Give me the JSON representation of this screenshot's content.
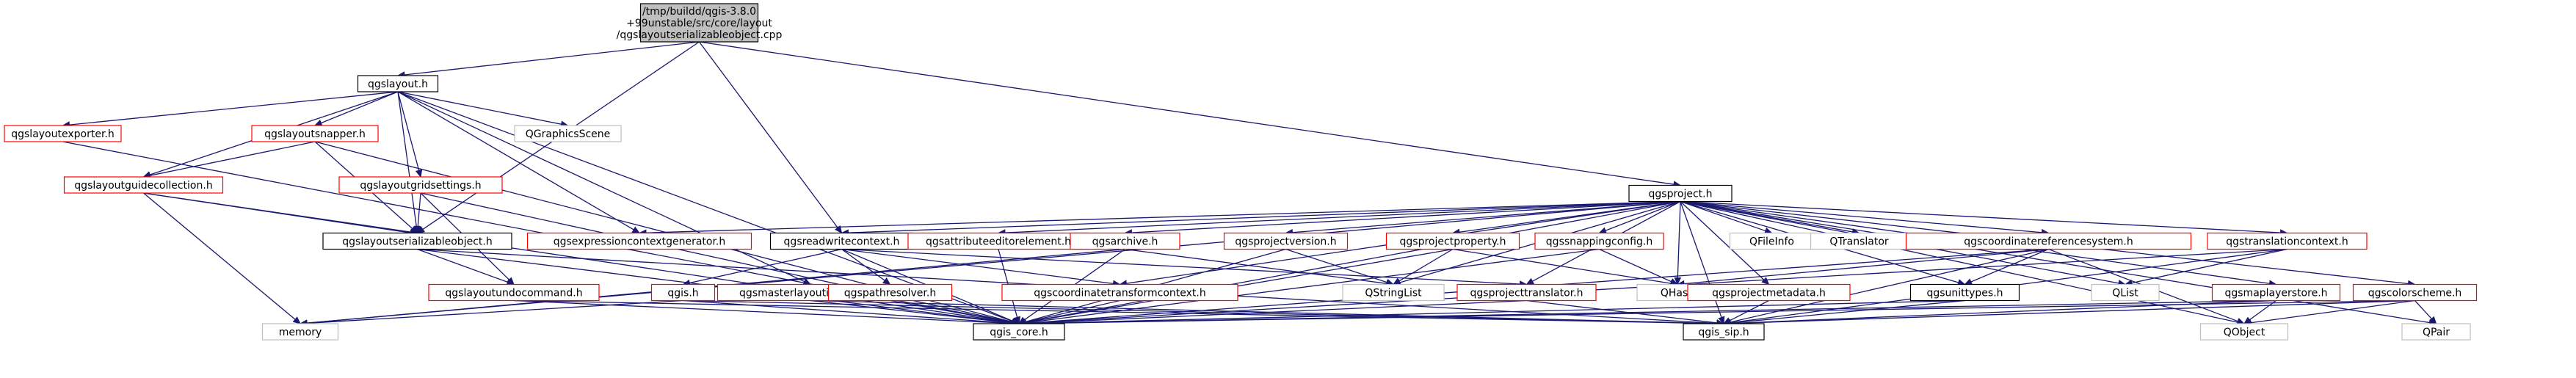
{
  "diagram": {
    "type": "include-dependency-graph",
    "root": "/tmp/buildd/qgis-3.8.0+99unstable/src/core/layout/qgslayoutserializableobject.cpp",
    "colors": {
      "edge": "#191970",
      "root_fill": "#bfbfbf",
      "root_border": "#000000",
      "documented_border": "#ff0000",
      "external_border": "#bfbfbf",
      "normal_border": "#000000",
      "text": "#000000"
    },
    "nodes": [
      {
        "id": "root",
        "lines": [
          "/tmp/buildd/qgis-3.8.0",
          "+99unstable/src/core/layout",
          "/qgslayoutserializableobject.cpp"
        ],
        "kind": "root"
      },
      {
        "id": "qgslayout",
        "lines": [
          "qgslayout.h"
        ],
        "kind": "normal"
      },
      {
        "id": "qgsproject",
        "lines": [
          "qgsproject.h"
        ],
        "kind": "normal"
      },
      {
        "id": "qgslayoutexporter",
        "lines": [
          "qgslayoutexporter.h"
        ],
        "kind": "documented"
      },
      {
        "id": "qgslayoutsnapper",
        "lines": [
          "qgslayoutsnapper.h"
        ],
        "kind": "documented"
      },
      {
        "id": "qgraphicsscene",
        "lines": [
          "QGraphicsScene"
        ],
        "kind": "external"
      },
      {
        "id": "qgslayoutguidecollection",
        "lines": [
          "qgslayoutguidecollection.h"
        ],
        "kind": "documented"
      },
      {
        "id": "qgslayoutgridsettings",
        "lines": [
          "qgslayoutgridsettings.h"
        ],
        "kind": "documented"
      },
      {
        "id": "qgslayoutserializableobject",
        "lines": [
          "qgslayoutserializableobject.h"
        ],
        "kind": "normal"
      },
      {
        "id": "qgsexpressioncontextgenerator",
        "lines": [
          "qgsexpressioncontextgenerator.h"
        ],
        "kind": "documented"
      },
      {
        "id": "qgsreadwritecontext",
        "lines": [
          "qgsreadwritecontext.h"
        ],
        "kind": "normal"
      },
      {
        "id": "qgsattributeeditorelement",
        "lines": [
          "qgsattributeeditorelement.h"
        ],
        "kind": "documented"
      },
      {
        "id": "qgsarchive",
        "lines": [
          "qgsarchive.h"
        ],
        "kind": "documented"
      },
      {
        "id": "qgsprojectversion",
        "lines": [
          "qgsprojectversion.h"
        ],
        "kind": "documented"
      },
      {
        "id": "qgsprojectproperty",
        "lines": [
          "qgsprojectproperty.h"
        ],
        "kind": "documented"
      },
      {
        "id": "qgssnappingconfig",
        "lines": [
          "qgssnappingconfig.h"
        ],
        "kind": "documented"
      },
      {
        "id": "qfileinfo",
        "lines": [
          "QFileInfo"
        ],
        "kind": "external"
      },
      {
        "id": "qtranslator",
        "lines": [
          "QTranslator"
        ],
        "kind": "external"
      },
      {
        "id": "qgscoordinatereferencesystem",
        "lines": [
          "qgscoordinatereferencesystem.h"
        ],
        "kind": "documented"
      },
      {
        "id": "qgstranslationcontext",
        "lines": [
          "qgstranslationcontext.h"
        ],
        "kind": "documented"
      },
      {
        "id": "qgslayoutundocommand",
        "lines": [
          "qgslayoutundocommand.h"
        ],
        "kind": "documented"
      },
      {
        "id": "qgis",
        "lines": [
          "qgis.h"
        ],
        "kind": "documented"
      },
      {
        "id": "qgsmasterlayoutinterface",
        "lines": [
          "qgsmasterlayoutinterface.h"
        ],
        "kind": "documented"
      },
      {
        "id": "qgspathresolver",
        "lines": [
          "qgspathresolver.h"
        ],
        "kind": "documented"
      },
      {
        "id": "qgscoordinatetransformcontext",
        "lines": [
          "qgscoordinatetransformcontext.h"
        ],
        "kind": "documented"
      },
      {
        "id": "qstringlist",
        "lines": [
          "QStringList"
        ],
        "kind": "external"
      },
      {
        "id": "qgsprojecttranslator",
        "lines": [
          "qgsprojecttranslator.h"
        ],
        "kind": "documented"
      },
      {
        "id": "qhash",
        "lines": [
          "QHash"
        ],
        "kind": "external"
      },
      {
        "id": "qgsprojectmetadata",
        "lines": [
          "qgsprojectmetadata.h"
        ],
        "kind": "documented"
      },
      {
        "id": "qgsunittypes",
        "lines": [
          "qgsunittypes.h"
        ],
        "kind": "normal"
      },
      {
        "id": "qlist",
        "lines": [
          "QList"
        ],
        "kind": "external"
      },
      {
        "id": "qgsmaplayerstore",
        "lines": [
          "qgsmaplayerstore.h"
        ],
        "kind": "documented"
      },
      {
        "id": "qgscolorscheme",
        "lines": [
          "qgscolorscheme.h"
        ],
        "kind": "documented"
      },
      {
        "id": "memory",
        "lines": [
          "memory"
        ],
        "kind": "external"
      },
      {
        "id": "qgis_core",
        "lines": [
          "qgis_core.h"
        ],
        "kind": "normal"
      },
      {
        "id": "qgis_sip",
        "lines": [
          "qgis_sip.h"
        ],
        "kind": "normal"
      },
      {
        "id": "qobject",
        "lines": [
          "QObject"
        ],
        "kind": "external"
      },
      {
        "id": "qpair",
        "lines": [
          "QPair"
        ],
        "kind": "external"
      }
    ],
    "edges": [
      [
        "root",
        "qgslayout"
      ],
      [
        "root",
        "qgslayoutserializableobject"
      ],
      [
        "root",
        "qgsreadwritecontext"
      ],
      [
        "root",
        "qgsproject"
      ],
      [
        "qgslayout",
        "qgslayoutexporter"
      ],
      [
        "qgslayout",
        "qgslayoutsnapper"
      ],
      [
        "qgslayout",
        "qgraphicsscene"
      ],
      [
        "qgslayout",
        "qgslayoutguidecollection"
      ],
      [
        "qgslayout",
        "qgslayoutgridsettings"
      ],
      [
        "qgslayout",
        "qgslayoutserializableobject"
      ],
      [
        "qgslayout",
        "qgsexpressioncontextgenerator"
      ],
      [
        "qgslayout",
        "qgsmasterlayoutinterface"
      ],
      [
        "qgslayout",
        "qgis_core"
      ],
      [
        "qgslayoutexporter",
        "qgis_core"
      ],
      [
        "qgslayoutsnapper",
        "qgslayoutguidecollection"
      ],
      [
        "qgslayoutsnapper",
        "qgslayoutserializableobject"
      ],
      [
        "qgslayoutsnapper",
        "qgis_core"
      ],
      [
        "qgslayoutguidecollection",
        "qgslayoutserializableobject"
      ],
      [
        "qgslayoutguidecollection",
        "memory"
      ],
      [
        "qgslayoutguidecollection",
        "qgis_core"
      ],
      [
        "qgslayoutgridsettings",
        "qgslayoutserializableobject"
      ],
      [
        "qgslayoutgridsettings",
        "qgslayoutundocommand"
      ],
      [
        "qgslayoutgridsettings",
        "qgis_core"
      ],
      [
        "qgslayoutserializableobject",
        "qgslayoutundocommand"
      ],
      [
        "qgslayoutserializableobject",
        "qgis_core"
      ],
      [
        "qgslayoutserializableobject",
        "qgis_sip"
      ],
      [
        "qgslayoutundocommand",
        "qgis_core"
      ],
      [
        "qgslayoutundocommand",
        "qgis_sip"
      ],
      [
        "qgis",
        "memory"
      ],
      [
        "qgis",
        "qgis_core"
      ],
      [
        "qgis",
        "qgis_sip"
      ],
      [
        "qgsmasterlayoutinterface",
        "qgis_core"
      ],
      [
        "qgsmasterlayoutinterface",
        "qgis_sip"
      ],
      [
        "qgsreadwritecontext",
        "qgis"
      ],
      [
        "qgsreadwritecontext",
        "qgspathresolver"
      ],
      [
        "qgsreadwritecontext",
        "qgscoordinatetransformcontext"
      ],
      [
        "qgsreadwritecontext",
        "qgsprojecttranslator"
      ],
      [
        "qgsreadwritecontext",
        "qgis_core"
      ],
      [
        "qgspathresolver",
        "qgis_core"
      ],
      [
        "qgscoordinatetransformcontext",
        "qgis_core"
      ],
      [
        "qgsprojecttranslator",
        "qgis_core"
      ],
      [
        "qgsprojecttranslator",
        "qgis_sip"
      ],
      [
        "qgsattributeeditorelement",
        "qgis_core"
      ],
      [
        "qgsarchive",
        "memory"
      ],
      [
        "qgsarchive",
        "qgis_core"
      ],
      [
        "qgsarchive",
        "qstringlist"
      ],
      [
        "qgsprojectversion",
        "qstringlist"
      ],
      [
        "qgsprojectversion",
        "qgis_core"
      ],
      [
        "qgsprojectproperty",
        "qstringlist"
      ],
      [
        "qgsprojectproperty",
        "qhash"
      ],
      [
        "qgsprojectproperty",
        "qgis_core"
      ],
      [
        "qgssnappingconfig",
        "qhash"
      ],
      [
        "qgssnappingconfig",
        "qgis_core"
      ],
      [
        "qgsprojectmetadata",
        "qgis_sip"
      ],
      [
        "qgscoordinatereferencesystem",
        "qhash"
      ],
      [
        "qgscoordinatereferencesystem",
        "qgsunittypes"
      ],
      [
        "qgscoordinatereferencesystem",
        "qgis_core"
      ],
      [
        "qgscoordinatereferencesystem",
        "qgis_sip"
      ],
      [
        "qgscoordinatereferencesystem",
        "qobject"
      ],
      [
        "qgsunittypes",
        "qgis_core"
      ],
      [
        "qgsunittypes",
        "qgis_sip"
      ],
      [
        "qgstranslationcontext",
        "qlist"
      ],
      [
        "qgstranslationcontext",
        "qgis_core"
      ],
      [
        "qgstranslationcontext",
        "qgis_sip"
      ],
      [
        "qgsmaplayerstore",
        "qgis_core"
      ],
      [
        "qgsmaplayerstore",
        "qgis_sip"
      ],
      [
        "qgsmaplayerstore",
        "qobject"
      ],
      [
        "qgscolorscheme",
        "qgis_core"
      ],
      [
        "qgscolorscheme",
        "qgis_sip"
      ],
      [
        "qgscolorscheme",
        "qobject"
      ],
      [
        "qgscolorscheme",
        "qpair"
      ],
      [
        "qgsproject",
        "memory"
      ],
      [
        "qgsproject",
        "qgsexpressioncontextgenerator"
      ],
      [
        "qgsproject",
        "qgsreadwritecontext"
      ],
      [
        "qgsproject",
        "qgsattributeeditorelement"
      ],
      [
        "qgsproject",
        "qgsarchive"
      ],
      [
        "qgsproject",
        "qgscoordinatetransformcontext"
      ],
      [
        "qgsproject",
        "qgsprojectversion"
      ],
      [
        "qgsproject",
        "qgsprojectproperty"
      ],
      [
        "qgsproject",
        "qstringlist"
      ],
      [
        "qgsproject",
        "qgsprojecttranslator"
      ],
      [
        "qgsproject",
        "qgssnappingconfig"
      ],
      [
        "qgsproject",
        "qhash"
      ],
      [
        "qgsproject",
        "qgsprojectmetadata"
      ],
      [
        "qgsproject",
        "qfileinfo"
      ],
      [
        "qgsproject",
        "qtranslator"
      ],
      [
        "qgsproject",
        "qgscoordinatereferencesystem"
      ],
      [
        "qgsproject",
        "qgsunittypes"
      ],
      [
        "qgsproject",
        "qlist"
      ],
      [
        "qgsproject",
        "qgstranslationcontext"
      ],
      [
        "qgsproject",
        "qgsmaplayerstore"
      ],
      [
        "qgsproject",
        "qgscolorscheme"
      ],
      [
        "qgsproject",
        "qgis_core"
      ],
      [
        "qgsproject",
        "qgis_sip"
      ],
      [
        "qgsproject",
        "qobject"
      ],
      [
        "qgsproject",
        "qpair"
      ]
    ]
  }
}
